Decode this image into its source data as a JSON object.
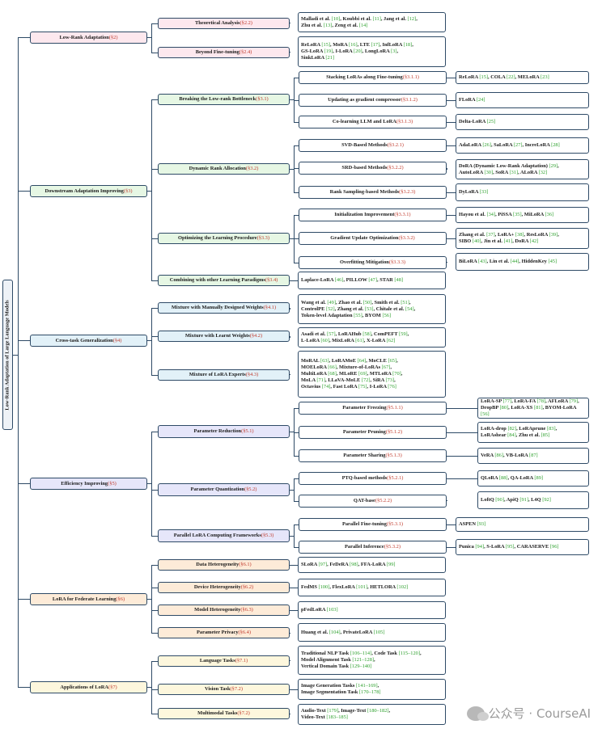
{
  "root": {
    "label": "Low-Rank Adaptation of Large Language Models"
  },
  "nodes": [
    {
      "id": "lra",
      "label": "Low-Rank Adaptation",
      "sec": "(§2)",
      "color": "pink"
    },
    {
      "id": "lra-t",
      "parent": "lra",
      "label": "Theoretical Analysis",
      "sec": "(§2.2)",
      "color": "pink",
      "leaf": [
        [
          "Malladi et al. ",
          "[10]",
          ", Koubbi et al. ",
          "[11]",
          ", Jang et al. ",
          "[12]",
          ","
        ],
        [
          "Zhu et al. ",
          "[13]",
          ", Zeng et al. ",
          "[14]"
        ]
      ]
    },
    {
      "id": "lra-b",
      "parent": "lra",
      "label": "Beyond Fine-tuning",
      "sec": "(§2.4)",
      "color": "pink",
      "leaf": [
        [
          "ReLoRA ",
          "[15]",
          ", MoRA ",
          "[16]",
          ", LTE ",
          "[17]",
          ", InfLoRA ",
          "[18]",
          ","
        ],
        [
          "GS-LoRA ",
          "[19]",
          ", I-LoRA ",
          "[20]",
          ", LongLoRA ",
          "[3]",
          ","
        ],
        [
          "SinkLoRA ",
          "[21]"
        ]
      ]
    },
    {
      "id": "dai",
      "label": "Downstream Adaptation Improving",
      "sec": "(§3)",
      "color": "green"
    },
    {
      "id": "brb",
      "parent": "dai",
      "label": "Breaking the Low-rank Bottleneck",
      "sec": "(§3.1)",
      "color": "green"
    },
    {
      "id": "s311",
      "parent": "brb",
      "label": "Stacking LoRAs along Fine-tuning",
      "sec": "(§3.1.1)",
      "color": "white",
      "leaf": [
        [
          "ReLoRA ",
          "[15]",
          ", COLA ",
          "[22]",
          ", MELoRA ",
          "[23]"
        ]
      ]
    },
    {
      "id": "s312",
      "parent": "brb",
      "label": "Updating as gradient compressor",
      "sec": "(§3.1.2)",
      "color": "white",
      "leaf": [
        [
          "FLoRA ",
          "[24]"
        ]
      ]
    },
    {
      "id": "s313",
      "parent": "brb",
      "label": "Co-learning LLM and LoRA",
      "sec": "(§3.1.3)",
      "color": "white",
      "leaf": [
        [
          "Delta-LoRA ",
          "[25]"
        ]
      ]
    },
    {
      "id": "dra",
      "parent": "dai",
      "label": "Dynamic Rank Allocation",
      "sec": "(§3.2)",
      "color": "green"
    },
    {
      "id": "s321",
      "parent": "dra",
      "label": "SVD-Based Methods",
      "sec": "(§3.2.1)",
      "color": "white",
      "leaf": [
        [
          "AdaLoRA ",
          "[26]",
          ", SaLoRA ",
          "[27]",
          ", IncreLoRA ",
          "[28]"
        ]
      ]
    },
    {
      "id": "s322",
      "parent": "dra",
      "label": "SRD-based Methods",
      "sec": "(§3.2.2)",
      "color": "white",
      "leaf": [
        [
          "DoRA (Dynamic Low-Rank Adaptation) ",
          "[29]",
          ","
        ],
        [
          "AutoLoRA ",
          "[30]",
          ", SoRA ",
          "[31]",
          ", ALoRA ",
          "[32]"
        ]
      ]
    },
    {
      "id": "s323",
      "parent": "dra",
      "label": "Rank Sampling-based Methods",
      "sec": "(§3.2.3)",
      "color": "white",
      "leaf": [
        [
          "DyLoRA ",
          "[33]"
        ]
      ]
    },
    {
      "id": "olp",
      "parent": "dai",
      "label": "Optimizing the Learning Procedure",
      "sec": "(§3.3)",
      "color": "green"
    },
    {
      "id": "s331",
      "parent": "olp",
      "label": "Initialization Improvement",
      "sec": "(§3.3.1)",
      "color": "white",
      "leaf": [
        [
          "Hayou et al. ",
          "[34]",
          ", PiSSA ",
          "[35]",
          ", MiLoRA ",
          "[36]"
        ]
      ]
    },
    {
      "id": "s332",
      "parent": "olp",
      "label": "Gradient Update Optimization",
      "sec": "(§3.3.2)",
      "color": "white",
      "leaf": [
        [
          "Zhang et al. ",
          "[37]",
          ", LoRA+ ",
          "[38]",
          ", ResLoRA ",
          "[39]",
          ","
        ],
        [
          "SIBO ",
          "[40]",
          ", Jin et al. ",
          "[41]",
          ", DoRA ",
          "[42]"
        ]
      ]
    },
    {
      "id": "s333",
      "parent": "olp",
      "label": "Overfitting Mitigation",
      "sec": "(§3.3.3)",
      "color": "white",
      "leaf": [
        [
          "BiLoRA ",
          "[43]",
          ", Lin et al. ",
          "[44]",
          ", HiddenKey ",
          "[45]"
        ]
      ]
    },
    {
      "id": "cwo",
      "parent": "dai",
      "label": "Combining with other Learning Paradigms",
      "sec": "(§3.4)",
      "color": "green",
      "leaf": [
        [
          "Laplace-LoRA ",
          "[46]",
          ", PILLOW ",
          "[47]",
          ", STAR ",
          "[48]"
        ]
      ]
    },
    {
      "id": "ctg",
      "label": "Cross-task Generalization",
      "sec": "(§4)",
      "color": "blue"
    },
    {
      "id": "mmd",
      "parent": "ctg",
      "label": "Mixture with Manually Designed Weights",
      "sec": "(§4.1)",
      "color": "blue",
      "leaf": [
        [
          "Wang et al. ",
          "[49]",
          ", Zhao et al. ",
          "[50]",
          ", Smith et al. ",
          "[51]",
          ","
        ],
        [
          "ControlPE ",
          "[52]",
          ", Zhang et al. ",
          "[53]",
          ", Chitale et al. ",
          "[54]",
          ","
        ],
        [
          "Token-level Adaptation ",
          "[55]",
          ", BYOM ",
          "[56]"
        ]
      ]
    },
    {
      "id": "mlw",
      "parent": "ctg",
      "label": "Mixture with Learnt Weights",
      "sec": "(§4.2)",
      "color": "blue",
      "leaf": [
        [
          "Asadi et al. ",
          "[57]",
          ", LoRAHub ",
          "[58]",
          ", ComPEFT ",
          "[59]",
          ","
        ],
        [
          "L-LoRA ",
          "[60]",
          ", MixLoRA ",
          "[61]",
          ", X-LoRA ",
          "[62]"
        ]
      ]
    },
    {
      "id": "mle",
      "parent": "ctg",
      "label": "Mixture of LoRA Experts",
      "sec": "(§4.3)",
      "color": "blue",
      "leaf": [
        [
          "MoRAL ",
          "[63]",
          ", LoRAMoE ",
          "[64]",
          ", MoCLE ",
          "[65]",
          ","
        ],
        [
          "MOELoRA ",
          "[66]",
          ", Mixture-of-LoRAs ",
          "[67]",
          ","
        ],
        [
          "MultiLoRA ",
          "[68]",
          ", MLoRE ",
          "[69]",
          ", MTLoRA ",
          "[70]",
          ","
        ],
        [
          "MoLA ",
          "[71]",
          ", LLaVA-MoLE ",
          "[72]",
          ", SiRA ",
          "[73]",
          ","
        ],
        [
          "Octavius ",
          "[74]",
          ", Fast LoRA ",
          "[75]",
          ", I-LoRA ",
          "[76]"
        ]
      ]
    },
    {
      "id": "eff",
      "label": "Efficiency Improving",
      "sec": "(§5)",
      "color": "purple"
    },
    {
      "id": "prd",
      "parent": "eff",
      "label": "Parameter Reduction",
      "sec": "(§5.1)",
      "color": "purple"
    },
    {
      "id": "s511",
      "parent": "prd",
      "label": "Parameter Freezing",
      "sec": "(§5.1.1)",
      "color": "white",
      "leaf": [
        [
          "LoRA-SP ",
          "[77]",
          ", LoRA-FA ",
          "[78]",
          ", AFLoRA ",
          "[79]",
          ","
        ],
        [
          "DropBP ",
          "[80]",
          ", LoRA-XS ",
          "[81]",
          ", BYOM-LoRA ",
          "[56]"
        ]
      ]
    },
    {
      "id": "s512",
      "parent": "prd",
      "label": "Parameter Pruning",
      "sec": "(§5.1.2)",
      "color": "white",
      "leaf": [
        [
          "LoRA-drop ",
          "[82]",
          ", LoRAprune ",
          "[83]",
          ","
        ],
        [
          "LoRAshear ",
          "[84]",
          ", Zhu et al. ",
          "[85]"
        ]
      ]
    },
    {
      "id": "s513",
      "parent": "prd",
      "label": "Parameter Sharing",
      "sec": " (§5.1.3)",
      "color": "white",
      "leaf": [
        [
          "VeRA ",
          "[86]",
          ", VB-LoRA ",
          "[87]"
        ]
      ]
    },
    {
      "id": "pqt",
      "parent": "eff",
      "label": "Parameter Quantization",
      "sec": "(§5.2)",
      "color": "purple"
    },
    {
      "id": "s521",
      "parent": "pqt",
      "label": "PTQ-based methods",
      "sec": " (§5.2.1)",
      "color": "white",
      "leaf": [
        [
          "QLoRA ",
          "[88]",
          ", QA-LoRA ",
          "[89]"
        ]
      ]
    },
    {
      "id": "s522",
      "parent": "pqt",
      "label": "QAT-base",
      "sec": " (§5.2.2)",
      "color": "white",
      "leaf": [
        [
          "LoftQ ",
          "[90]",
          ", ApiQ ",
          "[91]",
          ", L4Q ",
          "[92]"
        ]
      ]
    },
    {
      "id": "plc",
      "parent": "eff",
      "label": "Parallel LoRA Computing Frameworks",
      "sec": "(§5.3)",
      "color": "purple"
    },
    {
      "id": "s531",
      "parent": "plc",
      "label": "Parallel Fine-tuning",
      "sec": "(§5.3.1)",
      "color": "white",
      "leaf": [
        [
          "ASPEN ",
          "[93]"
        ]
      ]
    },
    {
      "id": "s532",
      "parent": "plc",
      "label": "Parallel Inference",
      "sec": "(§5.3.2)",
      "color": "white",
      "leaf": [
        [
          "Punica ",
          "[94]",
          ", S-LoRA ",
          "[95]",
          ", CARASERVE ",
          "[96]"
        ]
      ]
    },
    {
      "id": "fed",
      "label": "LoRA for Federate Learning",
      "sec": "(§6)",
      "color": "peach"
    },
    {
      "id": "dh",
      "parent": "fed",
      "label": "Data Heterogeneity",
      "sec": "(§6.1)",
      "color": "peach",
      "leaf": [
        [
          "SLoRA ",
          "[97]",
          ", FeDeRA ",
          "[98]",
          ", FFA-LoRA ",
          "[99]"
        ]
      ]
    },
    {
      "id": "devh",
      "parent": "fed",
      "label": "Device Heterogeneity",
      "sec": "(§6.2)",
      "color": "peach",
      "leaf": [
        [
          "FedMS ",
          "[100]",
          ", FlexLoRA ",
          "[101]",
          ", HETLORA ",
          "[102]"
        ]
      ]
    },
    {
      "id": "mh",
      "parent": "fed",
      "label": "Model Heterogeneity",
      "sec": "(§6.3)",
      "color": "peach",
      "leaf": [
        [
          "pFedLoRA ",
          "[103]"
        ]
      ]
    },
    {
      "id": "pp",
      "parent": "fed",
      "label": "Parameter Privacy",
      "sec": "(§6.4)",
      "color": "peach",
      "leaf": [
        [
          "Huang et al. ",
          "[104]",
          ", PrivateLoRA ",
          "[105]"
        ]
      ]
    },
    {
      "id": "app",
      "label": "Applications of LoRA",
      "sec": "(§7)",
      "color": "yellow"
    },
    {
      "id": "lt",
      "parent": "app",
      "label": "Language Tasks",
      "sec": "(§7.1)",
      "color": "yellow",
      "leaf": [
        [
          "Traditional NLP Task ",
          "[106–114]",
          ", Code Task ",
          "[115–120]",
          ","
        ],
        [
          "Model Alignment Task ",
          "[121–128]",
          ","
        ],
        [
          "Vertical Domain Task ",
          "[129–140]"
        ]
      ]
    },
    {
      "id": "vt",
      "parent": "app",
      "label": "Vision Task",
      "sec": "(§7.2)",
      "color": "yellow",
      "leaf": [
        [
          "Image Generation Tasks ",
          "[141–169]",
          ","
        ],
        [
          "Image Segmentation Task ",
          "[170–178]"
        ]
      ]
    },
    {
      "id": "mt",
      "parent": "app",
      "label": "Multimodal Tasks",
      "sec": "(§7.2)",
      "color": "yellow",
      "leaf": [
        [
          "Audio-Text ",
          "[179]",
          ", Image-Text ",
          "[180–182]",
          ","
        ],
        [
          "Video-Text ",
          "[183–185]"
        ]
      ]
    }
  ],
  "watermark": {
    "text": "公众号 · CourseAI",
    "icon": "wechat-icon"
  }
}
